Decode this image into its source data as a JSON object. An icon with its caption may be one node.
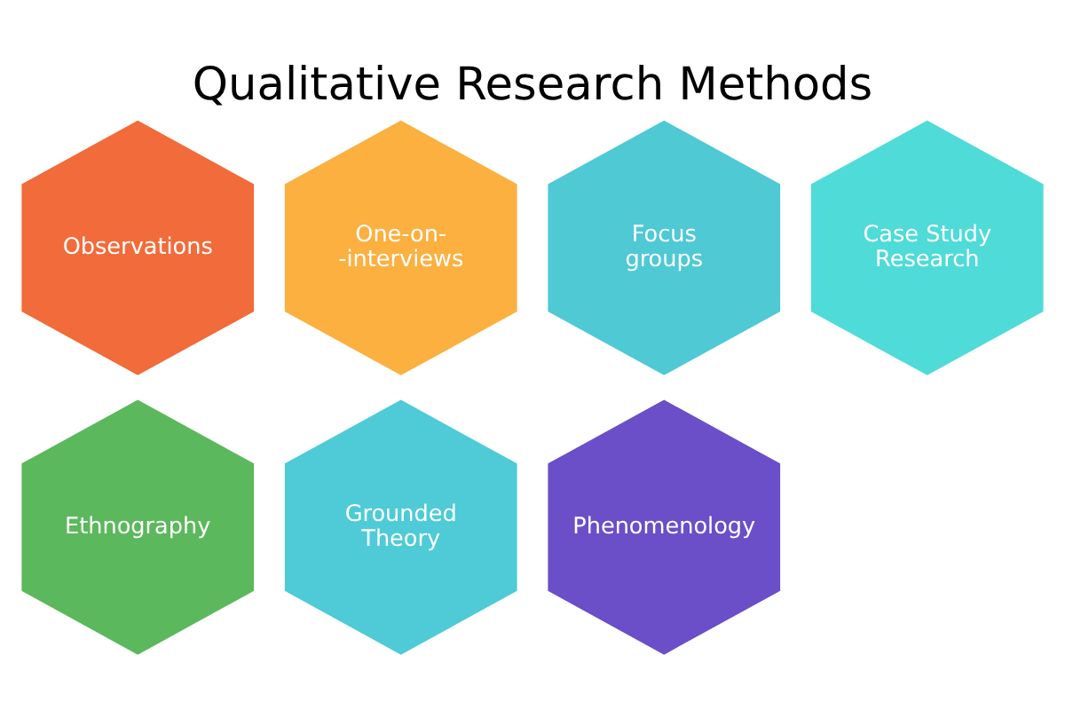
{
  "diagram": {
    "title": "Qualitative Research Methods",
    "nodes": [
      {
        "text": [
          "Observations"
        ]
      },
      {
        "text": [
          "One-on- -interviews"
        ]
      },
      {
        "text": [
          "Focus groups"
        ]
      },
      {
        "text": [
          "Case Study Research"
        ]
      },
      {
        "text": [
          "Ethnography"
        ]
      },
      {
        "text": [
          "Grounded Theory"
        ]
      },
      {
        "text": [
          "Phenomenology"
        ]
      }
    ],
    "edges": []
  }
}
